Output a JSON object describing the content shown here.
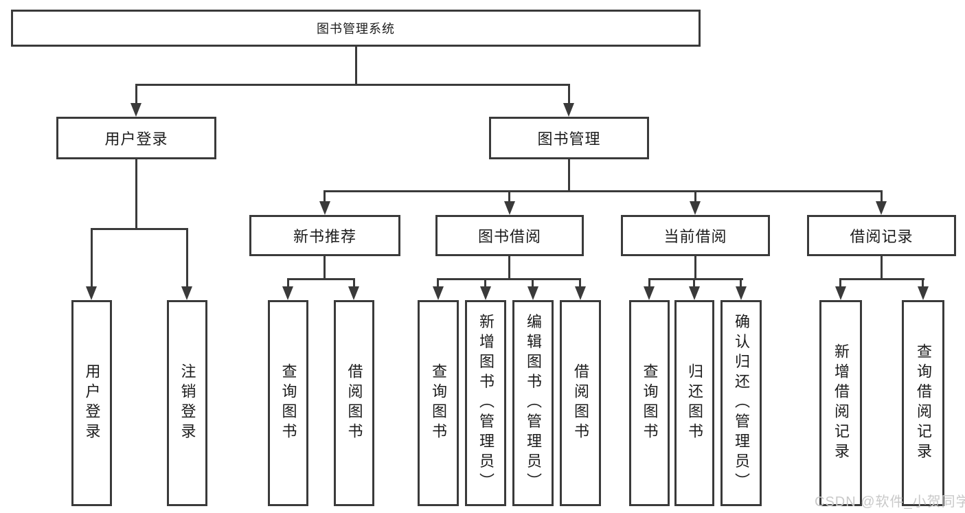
{
  "diagram": {
    "title": "图书管理系统",
    "branches": [
      {
        "label": "用户登录",
        "leaves": [
          "用户登录",
          "注销登录"
        ]
      },
      {
        "label": "图书管理",
        "children": [
          {
            "label": "新书推荐",
            "leaves": [
              "查询图书",
              "借阅图书"
            ]
          },
          {
            "label": "图书借阅",
            "leaves": [
              "查询图书",
              "新增图书（管理员）",
              "编辑图书（管理员）",
              "借阅图书"
            ]
          },
          {
            "label": "当前借阅",
            "leaves": [
              "查询图书",
              "归还图书",
              "确认归还（管理员）"
            ]
          },
          {
            "label": "借阅记录",
            "leaves": [
              "新增借阅记录",
              "查询借阅记录"
            ]
          }
        ]
      }
    ]
  },
  "watermark": {
    "text": "CSDN @软件_小贺同学"
  },
  "colors": {
    "line": "#3a3a3a",
    "text": "#1c1c1c",
    "watermark": "#c9c9c9",
    "background": "#ffffff"
  }
}
